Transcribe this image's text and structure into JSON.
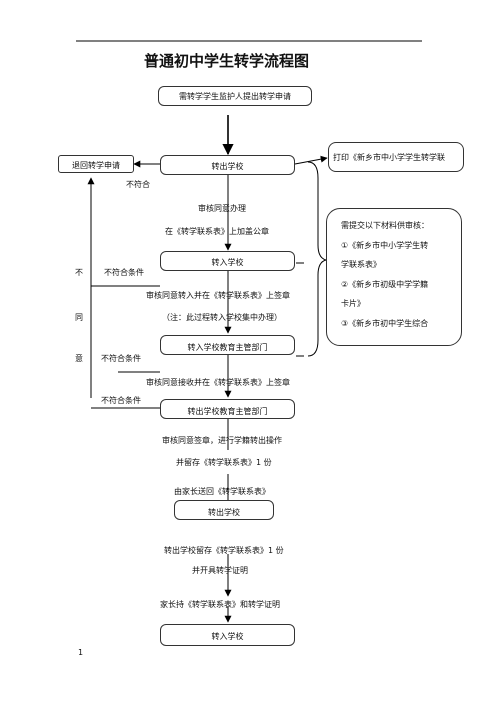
{
  "title": "普通初中学生转学流程图",
  "page_number": "1",
  "boxes": {
    "start": "需转学学生监护人提出转学申请",
    "out_school_1": "转出学校",
    "in_school_1": "转入学校",
    "in_bureau": "转入学校教育主管部门",
    "out_bureau": "转出学校教育主管部门",
    "out_school_2": "转出学校",
    "final": "转入学校",
    "return": "退回转学申请",
    "print": "打印《新乡市中小学学生转学联",
    "materials": {
      "heading": "需提交以下材料供审核：",
      "item1_l1": "①《新乡市中小学学生转",
      "item1_l2": "学联系表》",
      "item2_l1": "②《新乡市初级中学学籍",
      "item2_l2": "卡片》",
      "item3": "③《新乡市初中学生综合"
    }
  },
  "steps": {
    "s1a": "审核同意办理",
    "s1b": "在《转学联系表》上加盖公章",
    "s2a": "审核同意转入并在《转学联系表》上签章",
    "s2b": "（注：此过程转入学校集中办理）",
    "s3": "审核同意接收并在《转学联系表》上签章",
    "s4a": "审核同意签章，进行学籍转出操作",
    "s4b": "并留存《转学联系表》1 份",
    "s5": "由家长送回《转学联系表》",
    "s6a": "转出学校留存《转学联系表》1 份",
    "s6b": "并开具转学证明",
    "s7": "家长持《转学联系表》和转学证明"
  },
  "rejects": {
    "not_match": "不符合",
    "cond1": "不符合条件",
    "cond2": "不符合条件",
    "cond3": "不符合条件",
    "v1": "不",
    "v2": "同",
    "v3": "意"
  }
}
